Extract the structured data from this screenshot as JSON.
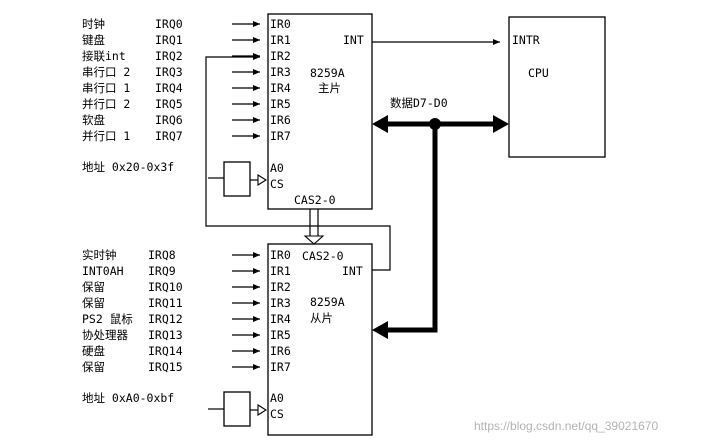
{
  "master": {
    "inputs": [
      {
        "device": "时钟",
        "irq": "IRQ0",
        "pin": "IR0"
      },
      {
        "device": "键盘",
        "irq": "IRQ1",
        "pin": "IR1"
      },
      {
        "device": "接联int",
        "irq": "IRQ2",
        "pin": "IR2"
      },
      {
        "device": "串行口 2",
        "irq": "IRQ3",
        "pin": "IR3"
      },
      {
        "device": "串行口 1",
        "irq": "IRQ4",
        "pin": "IR4"
      },
      {
        "device": "并行口 2",
        "irq": "IRQ5",
        "pin": "IR5"
      },
      {
        "device": "软盘",
        "irq": "IRQ6",
        "pin": "IR6"
      },
      {
        "device": "并行口 1",
        "irq": "IRQ7",
        "pin": "IR7"
      }
    ],
    "int_label": "INT",
    "chip_label": "8259A",
    "role_label": "主片",
    "a0_label": "A0",
    "cs_label": "CS",
    "address_label": "地址 0x20-0x3f",
    "cas_label": "CAS2-0"
  },
  "slave": {
    "inputs": [
      {
        "device": "实时钟",
        "irq": "IRQ8",
        "pin": "IR0"
      },
      {
        "device": "INT0AH",
        "irq": "IRQ9",
        "pin": "IR1"
      },
      {
        "device": "保留",
        "irq": "IRQ10",
        "pin": "IR2"
      },
      {
        "device": "保留",
        "irq": "IRQ11",
        "pin": "IR3"
      },
      {
        "device": "PS2 鼠标",
        "irq": "IRQ12",
        "pin": "IR4"
      },
      {
        "device": "协处理器",
        "irq": "IRQ13",
        "pin": "IR5"
      },
      {
        "device": "硬盘",
        "irq": "IRQ14",
        "pin": "IR6"
      },
      {
        "device": "保留",
        "irq": "IRQ15",
        "pin": "IR7"
      }
    ],
    "cas_label": "CAS2-0",
    "int_label": "INT",
    "chip_label": "8259A",
    "role_label": "从片",
    "a0_label": "A0",
    "cs_label": "CS",
    "address_label": "地址 0xA0-0xbf"
  },
  "cpu": {
    "intr_label": "INTR",
    "label": "CPU"
  },
  "data_bus_label": "数据D7-D0",
  "watermark": "https://blog.csdn.net/qq_39021670"
}
